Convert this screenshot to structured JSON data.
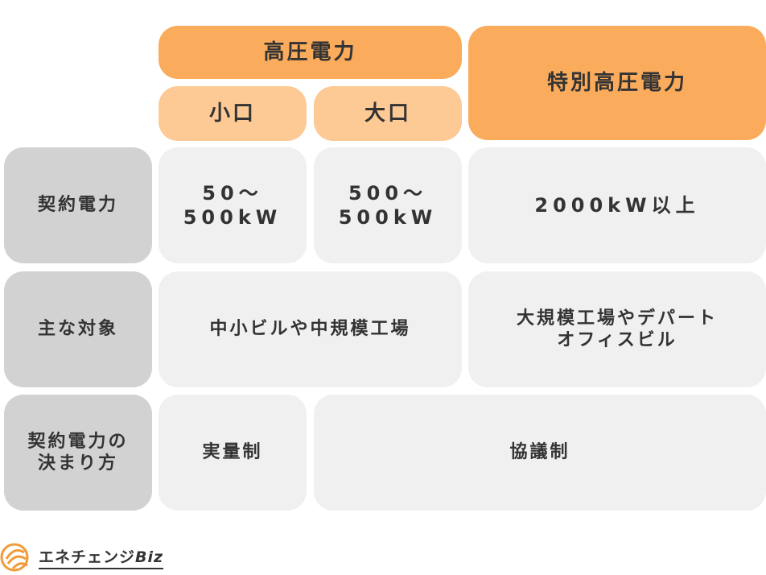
{
  "headers": {
    "high_voltage": "高圧電力",
    "small_lot": "小口",
    "large_lot": "大口",
    "extra_high_voltage": "特別高圧電力"
  },
  "rows": {
    "contract_power": {
      "label": "契約電力",
      "small": "50～\n500kW",
      "large": "500～\n500kW",
      "extra": "2000kW以上"
    },
    "main_target": {
      "label": "主な対象",
      "high": "中小ビルや中規模工場",
      "extra": "大規模工場やデパート\nオフィスビル"
    },
    "decision_method": {
      "label": "契約電力の\n決まり方",
      "small": "実量制",
      "other": "協議制"
    }
  },
  "logo": {
    "text_prefix": "エネチェンジ",
    "text_suffix": "Biz",
    "accent_color": "#f29a38"
  }
}
